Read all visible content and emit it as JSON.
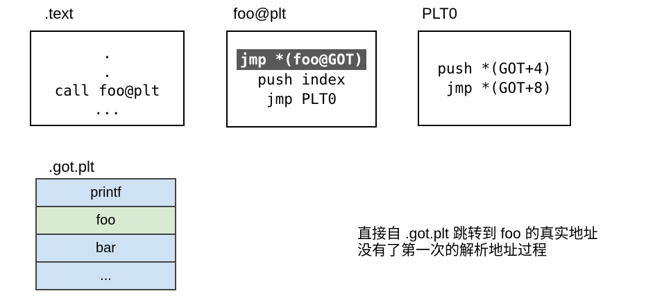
{
  "diagram": {
    "sections": [
      {
        "label": ".text",
        "lines": [
          ".",
          ".",
          "call foo@plt",
          "..."
        ]
      },
      {
        "label": "foo@plt",
        "lines": [
          "jmp *(foo@GOT)",
          "push index",
          "jmp PLT0"
        ],
        "highlighted_line": "jmp *(foo@GOT)"
      },
      {
        "label": "PLT0",
        "lines": [
          "push *(GOT+4)",
          "jmp *(GOT+8)"
        ]
      }
    ],
    "got_table": {
      "label": ".got.plt",
      "rows": [
        {
          "text": "printf",
          "color": "#cfe2f3"
        },
        {
          "text": "foo",
          "color": "#d9ead3"
        },
        {
          "text": "bar",
          "color": "#cfe2f3"
        },
        {
          "text": "...",
          "color": "#cfe2f3"
        }
      ]
    },
    "caption": {
      "lines": [
        "直接自 .got.plt 跳转到 foo 的真实地址",
        "没有了第一次的解析地址过程"
      ]
    },
    "colors": {
      "background": "#ffffff",
      "box_border": "#000000",
      "highlight_bg": "#595959",
      "highlight_text": "#ffffff",
      "row_blue": "#cfe2f3",
      "row_green": "#d9ead3",
      "table_border": "#434343"
    }
  }
}
